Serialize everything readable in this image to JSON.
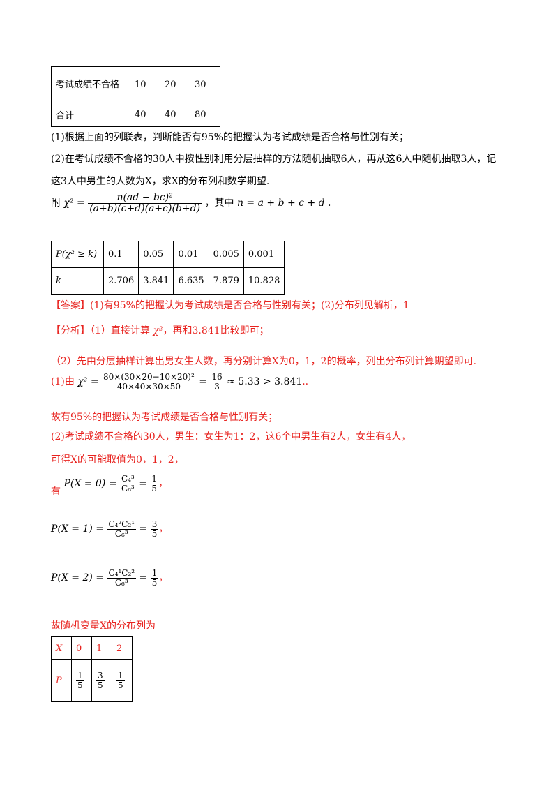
{
  "top_table": {
    "rows": [
      [
        "考试成绩不合格",
        "10",
        "20",
        "30"
      ],
      [
        "合计",
        "40",
        "40",
        "80"
      ]
    ]
  },
  "questions": {
    "q1": "(1)根据上面的列联表，判断能否有95%的把握认为考试成绩是否合格与性别有关；",
    "q2_line1": "(2)在考试成绩不合格的30人中按性别利用分层抽样的方法随机抽取6人，再从这6人中随机抽取3人，记",
    "q2_line2": "这3人中男生的人数为X，求X的分布列和数学期望."
  },
  "formula": {
    "prefix": "附",
    "lhs": "χ² =",
    "numerator": "n(ad − bc)²",
    "denominator": "(a+b)(c+d)(a+c)(b+d)",
    "middle": "，其中",
    "n_def": "n = a + b + c + d ."
  },
  "critical_table": {
    "header": [
      "P(χ² ≥ k)",
      "0.1",
      "0.05",
      "0.01",
      "0.005",
      "0.001"
    ],
    "row": [
      "k",
      "2.706",
      "3.841",
      "6.635",
      "7.879",
      "10.828"
    ]
  },
  "answer": {
    "label": "【答案】",
    "text": "(1)有95%的把握认为考试成绩是否合格与性别有关；(2)分布列见解析，1"
  },
  "analysis": {
    "label": "【分析】",
    "line1_a": "（1）直接计算",
    "line1_sym": "χ²",
    "line1_b": "，再和3.841比较即可；",
    "line2": "（2）先由分层抽样计算出男女生人数，再分别计算X为0，1，2的概率，列出分布列计算期望即可."
  },
  "solution": {
    "s1_prefix": "(1)由",
    "s1_lhs": "χ² =",
    "s1_num": "80×(30×20−10×20)²",
    "s1_den": "40×40×30×50",
    "s1_eq": "=",
    "s1_fnum": "16",
    "s1_fden": "3",
    "s1_tail": "≈ 5.33 > 3.841",
    "s1_end": "..",
    "s2": "故有95%的把握认为考试成绩是否合格与性别有关；",
    "s3": "(2)考试成绩不合格的30人，男生：女生为1：2，这6个中男生有2人，女生有4人，",
    "s4": "可得X的可能取值为0，1，2，",
    "p0_prefix": "有",
    "p0_lhs": "P(X = 0) =",
    "p0_num": "C₄³",
    "p0_den": "C₆³",
    "p0_rnum": "1",
    "p0_rden": "5",
    "p1_lhs": "P(X = 1) =",
    "p1_num": "C₄²C₂¹",
    "p1_den": "C₆³",
    "p1_rnum": "3",
    "p1_rden": "5",
    "p2_lhs": "P(X = 2) =",
    "p2_num": "C₄¹C₂²",
    "p2_den": "C₆³",
    "p2_rnum": "1",
    "p2_rden": "5",
    "comma": "，",
    "eq": "=",
    "dist_intro": "故随机变量X的分布列为"
  },
  "dist_table": {
    "x_label": "X",
    "x_values": [
      "0",
      "1",
      "2"
    ],
    "p_label": "P",
    "p_num": [
      "1",
      "3",
      "1"
    ],
    "p_den": [
      "5",
      "5",
      "5"
    ]
  }
}
